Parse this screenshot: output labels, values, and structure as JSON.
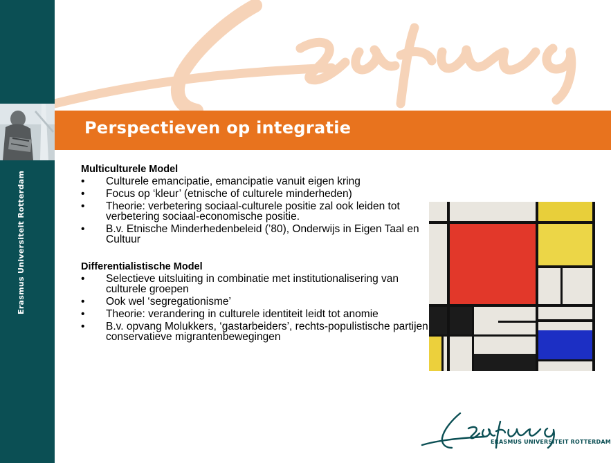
{
  "sidebar": {
    "vertical_text": "Erasmus Universiteit Rotterdam"
  },
  "title": "Perspectieven op integratie",
  "sections": [
    {
      "heading": "Multiculturele Model",
      "bullets": [
        "Culturele emancipatie, emancipatie vanuit eigen kring",
        "Focus op ‘kleur’ (etnische of culturele minderheden)",
        "Theorie: verbetering sociaal-culturele positie zal ook leiden tot verbetering sociaal-economische positie.",
        "B.v. Etnische Minderhedenbeleid (’80), Onderwijs in Eigen Taal en Cultuur"
      ]
    },
    {
      "heading": "Differentialistische Model",
      "bullets": [
        "Selectieve uitsluiting in combinatie met institutionalisering van culturele groepen",
        "Ook wel ‘segregationisme’",
        "Theorie: verandering in culturele identiteit leidt tot anomie",
        "B.v. opvang Molukkers, ‘gastarbeiders’, rechts-populistische partijen, conservatieve migrantenbewegingen"
      ]
    }
  ],
  "bullet_char": "•",
  "logo": {
    "text": "ERASMUS UNIVERSITEIT ROTTERDAM"
  },
  "colors": {
    "sidebar": "#0b4f54",
    "title_bar": "#e8731e",
    "watermark": "#f6d3b8"
  }
}
